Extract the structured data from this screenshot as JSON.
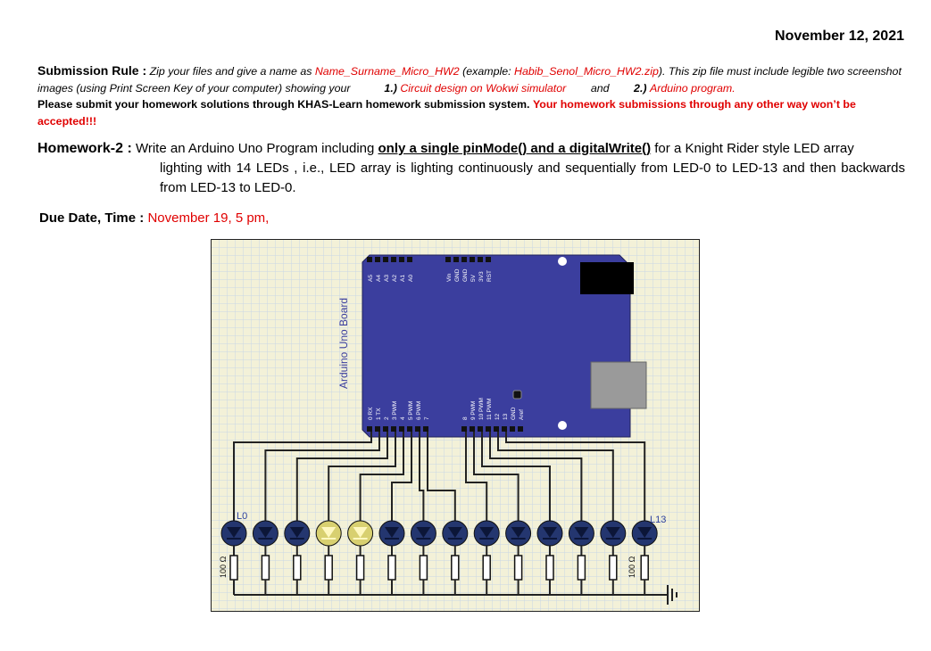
{
  "date": "November 12, 2021",
  "submission": {
    "label": "Submission Rule :",
    "t1": "Zip your files and give a name as",
    "t2": "Name_Surname_Micro_HW2",
    "t3": "(example:",
    "t4": "Habib_Senol_Micro_HW2.zip",
    "t5": "). This zip file must include legible",
    "t6": "two screenshot images (using Print Screen Key of your computer) showing your",
    "t7": "1.)",
    "t8": "Circuit design on Wokwi simulator",
    "t9": "and",
    "t10": "2.)",
    "t11": "Arduino program.",
    "t12": "Please submit your homework solutions through KHAS-Learn homework submission system.",
    "t13": "Your homework submissions through any other way won’t be accepted!!!"
  },
  "homework": {
    "label": "Homework-2 :",
    "t1": "Write an Arduino Uno Program including",
    "t2": "only a single pinMode() and a digitalWrite()",
    "t3": "for a Knight Rider style LED array",
    "t4": "lighting with 14 LEDs , i.e., LED array is lighting continuously and sequentially from LED-0 to LED-13 and then backwards from LED-13 to LED-0."
  },
  "due": {
    "label": "Due Date, Time :",
    "value": "November 19, 5 pm,"
  },
  "circuit": {
    "board_label": "Arduino Uno Board",
    "top_pins_analog": [
      "A5",
      "A4",
      "A3",
      "A2",
      "A1",
      "A0"
    ],
    "top_pins_power": [
      "Vin",
      "GND",
      "GND",
      "5V",
      "3V3",
      "RST"
    ],
    "bottom_pins_left": [
      "0 RX",
      "1 TX",
      "2",
      "3 PWM",
      "4",
      "5 PWM",
      "6 PWM",
      "7"
    ],
    "bottom_pins_right": [
      "8",
      "9 PWM",
      "10 PWM",
      "11 PWM",
      "12",
      "13",
      "GND",
      "Aref"
    ],
    "led_first_label": "L0",
    "led_last_label": "L13",
    "resistor_label": "100 Ω",
    "lit_leds": [
      3,
      4
    ],
    "led_count": 14,
    "colors": {
      "board": "#3b3e9e",
      "grid_bg": "#f3f1d8",
      "grid_line": "#c9d6e6",
      "led_off": "#24366f",
      "led_on": "#d8d070",
      "red_text": "#e00000"
    }
  }
}
